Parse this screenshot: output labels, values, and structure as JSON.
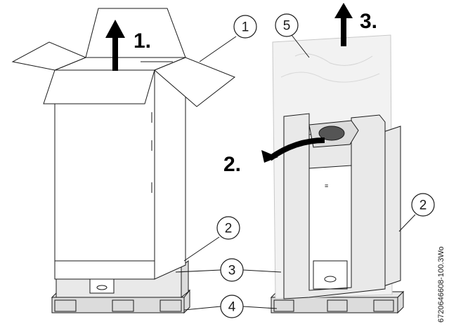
{
  "steps": {
    "step1": "1.",
    "step2": "2.",
    "step3": "3."
  },
  "callouts": {
    "c1": "1",
    "c2_left": "2",
    "c2_right": "2",
    "c3": "3",
    "c4": "4",
    "c5": "5"
  },
  "document_code": "6720646608-100.3Wo",
  "colors": {
    "line": "#1a1a1a",
    "panel_grey": "#e9e9e9",
    "bag": "#f2f2f2",
    "arrow": "#000000"
  }
}
